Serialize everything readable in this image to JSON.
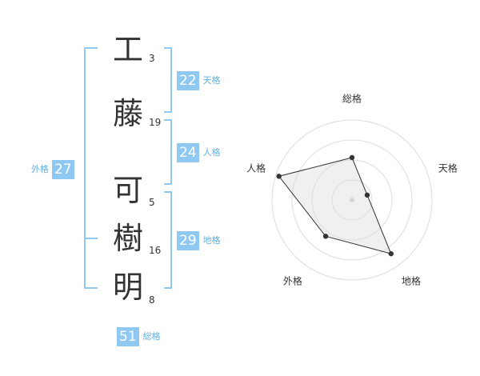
{
  "name": {
    "chars": [
      {
        "char": "工",
        "strokes": "3"
      },
      {
        "char": "藤",
        "strokes": "19"
      },
      {
        "char": "可",
        "strokes": "5"
      },
      {
        "char": "樹",
        "strokes": "16"
      },
      {
        "char": "明",
        "strokes": "8"
      }
    ]
  },
  "scores": {
    "tenkaku": {
      "value": "22",
      "label": "天格"
    },
    "jinkaku": {
      "value": "24",
      "label": "人格"
    },
    "chikaku": {
      "value": "29",
      "label": "地格"
    },
    "gaikaku": {
      "value": "27",
      "label": "外格"
    },
    "soukaku": {
      "value": "51",
      "label": "総格"
    }
  },
  "colors": {
    "accent": "#8fc9f2",
    "accent_text": "#5fb1e8",
    "bracket": "#8fc9f2"
  },
  "chart_data": {
    "type": "radar",
    "axes": [
      "総格",
      "天格",
      "地格",
      "外格",
      "人格"
    ],
    "values": [
      0.53,
      0.2,
      0.83,
      0.56,
      0.96
    ],
    "max": 1,
    "rings": 4
  }
}
